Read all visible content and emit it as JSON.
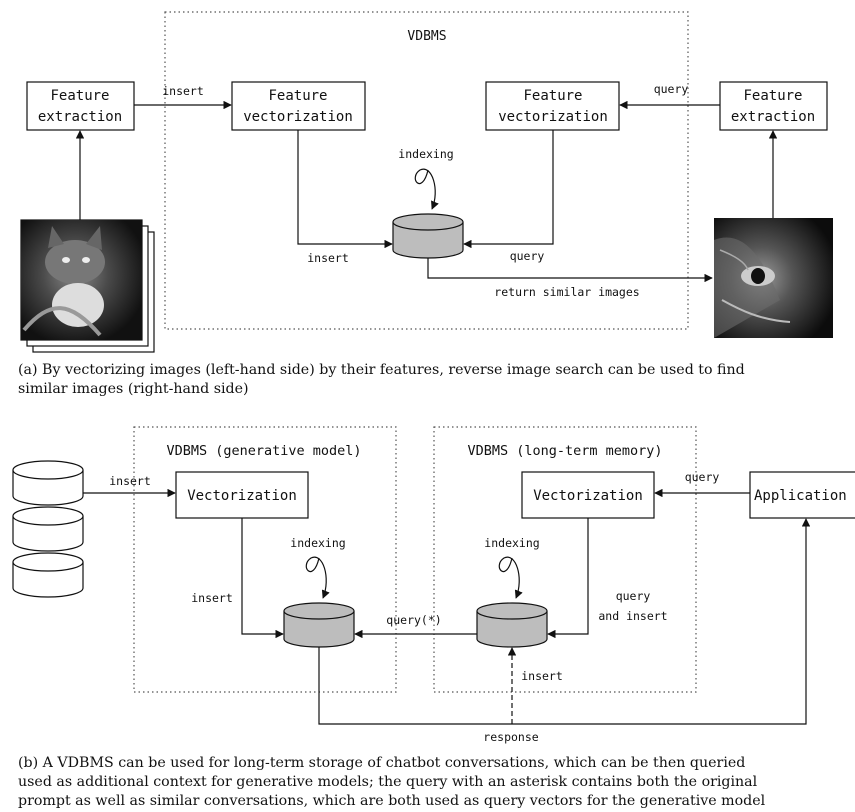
{
  "diagram_a": {
    "container_label": "VDBMS",
    "left_box": [
      "Feature",
      "extraction"
    ],
    "left_vec_box": [
      "Feature",
      "vectorization"
    ],
    "right_vec_box": [
      "Feature",
      "vectorization"
    ],
    "right_box": [
      "Feature",
      "extraction"
    ],
    "edge_insert_top": "insert",
    "edge_query_top": "query",
    "edge_indexing": "indexing",
    "edge_insert_db": "insert",
    "edge_query_db": "query",
    "edge_return": "return similar images",
    "caption": [
      "(a) By vectorizing images (left-hand side) by their features, reverse image search can be used to find",
      "similar images (right-hand side)"
    ]
  },
  "diagram_b": {
    "gen_container_label": "VDBMS (generative model)",
    "mem_container_label": "VDBMS (long-term memory)",
    "gen_vec_box": "Vectorization",
    "mem_vec_box": "Vectorization",
    "app_box": "Application",
    "edge_insert_top": "insert",
    "edge_query_top": "query",
    "edge_indexing_left": "indexing",
    "edge_indexing_right": "indexing",
    "edge_insert_left": "insert",
    "edge_query_star": "query(*)",
    "edge_query_insert": [
      "query",
      "and insert"
    ],
    "edge_insert_dashed": "insert",
    "edge_response": "response",
    "caption": [
      "(b) A VDBMS can be used for long-term storage of chatbot conversations, which can be then queried",
      "used as additional context for generative models; the query with an asterisk contains both the original",
      "prompt as well as similar conversations, which are both used as query vectors for the generative model"
    ]
  },
  "colors": {
    "db_fill": "#bdbdbd",
    "stroke": "#111111",
    "dotted": "#555555"
  }
}
